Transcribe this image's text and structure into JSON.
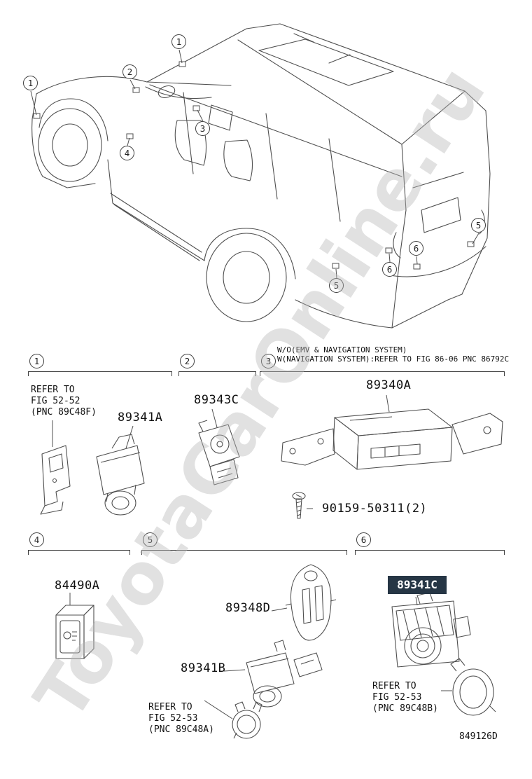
{
  "watermark": "ToyotaCarOnline.ru",
  "diagram_code": "849126D",
  "car_callouts": [
    "1",
    "1",
    "2",
    "3",
    "4",
    "5",
    "5",
    "6",
    "6"
  ],
  "sections": {
    "s1": {
      "id": "1",
      "note": "REFER TO\nFIG 52-52\n(PNC 89C48F)",
      "part": "89341A"
    },
    "s2": {
      "id": "2",
      "part": "89343C"
    },
    "s3": {
      "id": "3",
      "note": "W/O(EMV & NAVIGATION SYSTEM)\nW(NAVIGATION SYSTEM):REFER TO FIG 86-06 PNC 86792C",
      "part": "89340A",
      "screw_part": "90159-50311(2)"
    },
    "s4": {
      "id": "4",
      "part": "84490A"
    },
    "s5": {
      "id": "5",
      "bracket_part": "89348D",
      "sensor_part": "89341B",
      "note": "REFER TO\nFIG 52-53\n(PNC 89C48A)"
    },
    "s6": {
      "id": "6",
      "highlighted_part": "89341C",
      "note": "REFER TO\nFIG 52-53\n(PNC 89C48B)"
    }
  },
  "colors": {
    "line": "#4f4f4f",
    "text": "#111111",
    "highlight_bg": "#263645",
    "highlight_text": "#ffffff",
    "watermark": "#b9b9b9"
  }
}
